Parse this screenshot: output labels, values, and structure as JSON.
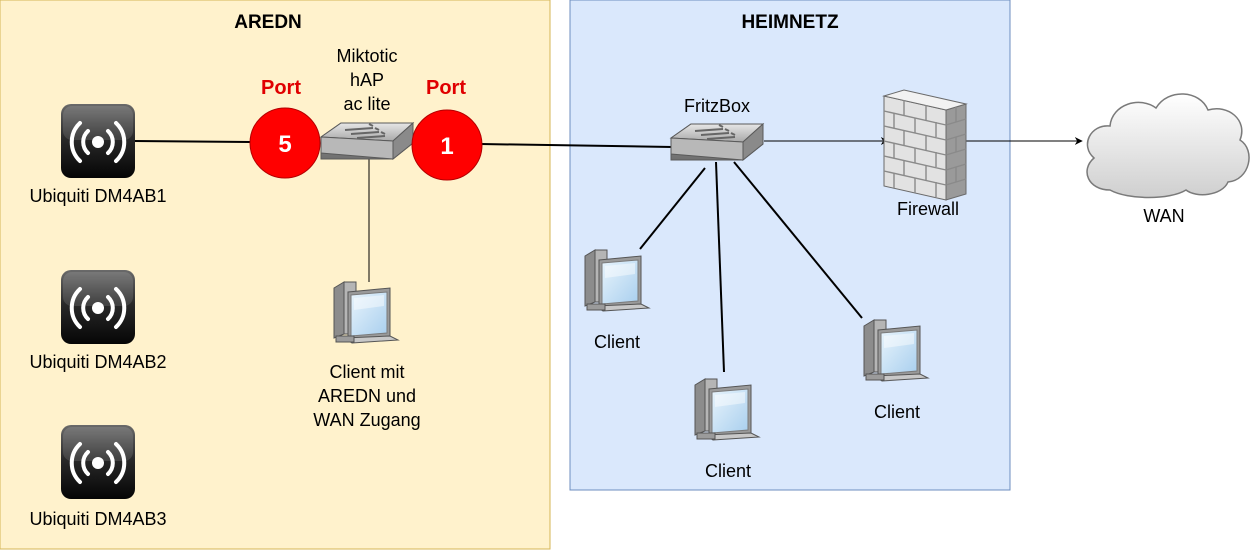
{
  "zones": {
    "aredn": {
      "title": "AREDN",
      "fill": "#fff2cc",
      "stroke": "#d6b656"
    },
    "heimnetz": {
      "title": "HEIMNETZ",
      "fill": "#dae8fc",
      "stroke": "#6c8ebf"
    }
  },
  "aredn_devices": [
    {
      "label": "Ubiquiti DM4AB1",
      "icon": "wireless-access-point-icon"
    },
    {
      "label": "Ubiquiti DM4AB2",
      "icon": "wireless-access-point-icon"
    },
    {
      "label": "Ubiquiti DM4AB3",
      "icon": "wireless-access-point-icon"
    }
  ],
  "router": {
    "label_lines": [
      "Miktotic",
      "hAP",
      "ac lite"
    ],
    "icon": "switch-icon",
    "port_left": {
      "label": "Port",
      "number": "5"
    },
    "port_right": {
      "label": "Port",
      "number": "1"
    },
    "badge_color": "#ff0000"
  },
  "aredn_client": {
    "label_lines": [
      "Client mit",
      "AREDN und",
      "WAN Zugang"
    ],
    "icon": "workstation-icon"
  },
  "fritzbox": {
    "label": "FritzBox",
    "icon": "switch-icon"
  },
  "home_clients": [
    {
      "label": "Client",
      "icon": "workstation-icon"
    },
    {
      "label": "Client",
      "icon": "workstation-icon"
    },
    {
      "label": "Client",
      "icon": "workstation-icon"
    }
  ],
  "firewall": {
    "label": "Firewall",
    "icon": "firewall-icon"
  },
  "wan": {
    "label": "WAN",
    "icon": "cloud-icon"
  }
}
